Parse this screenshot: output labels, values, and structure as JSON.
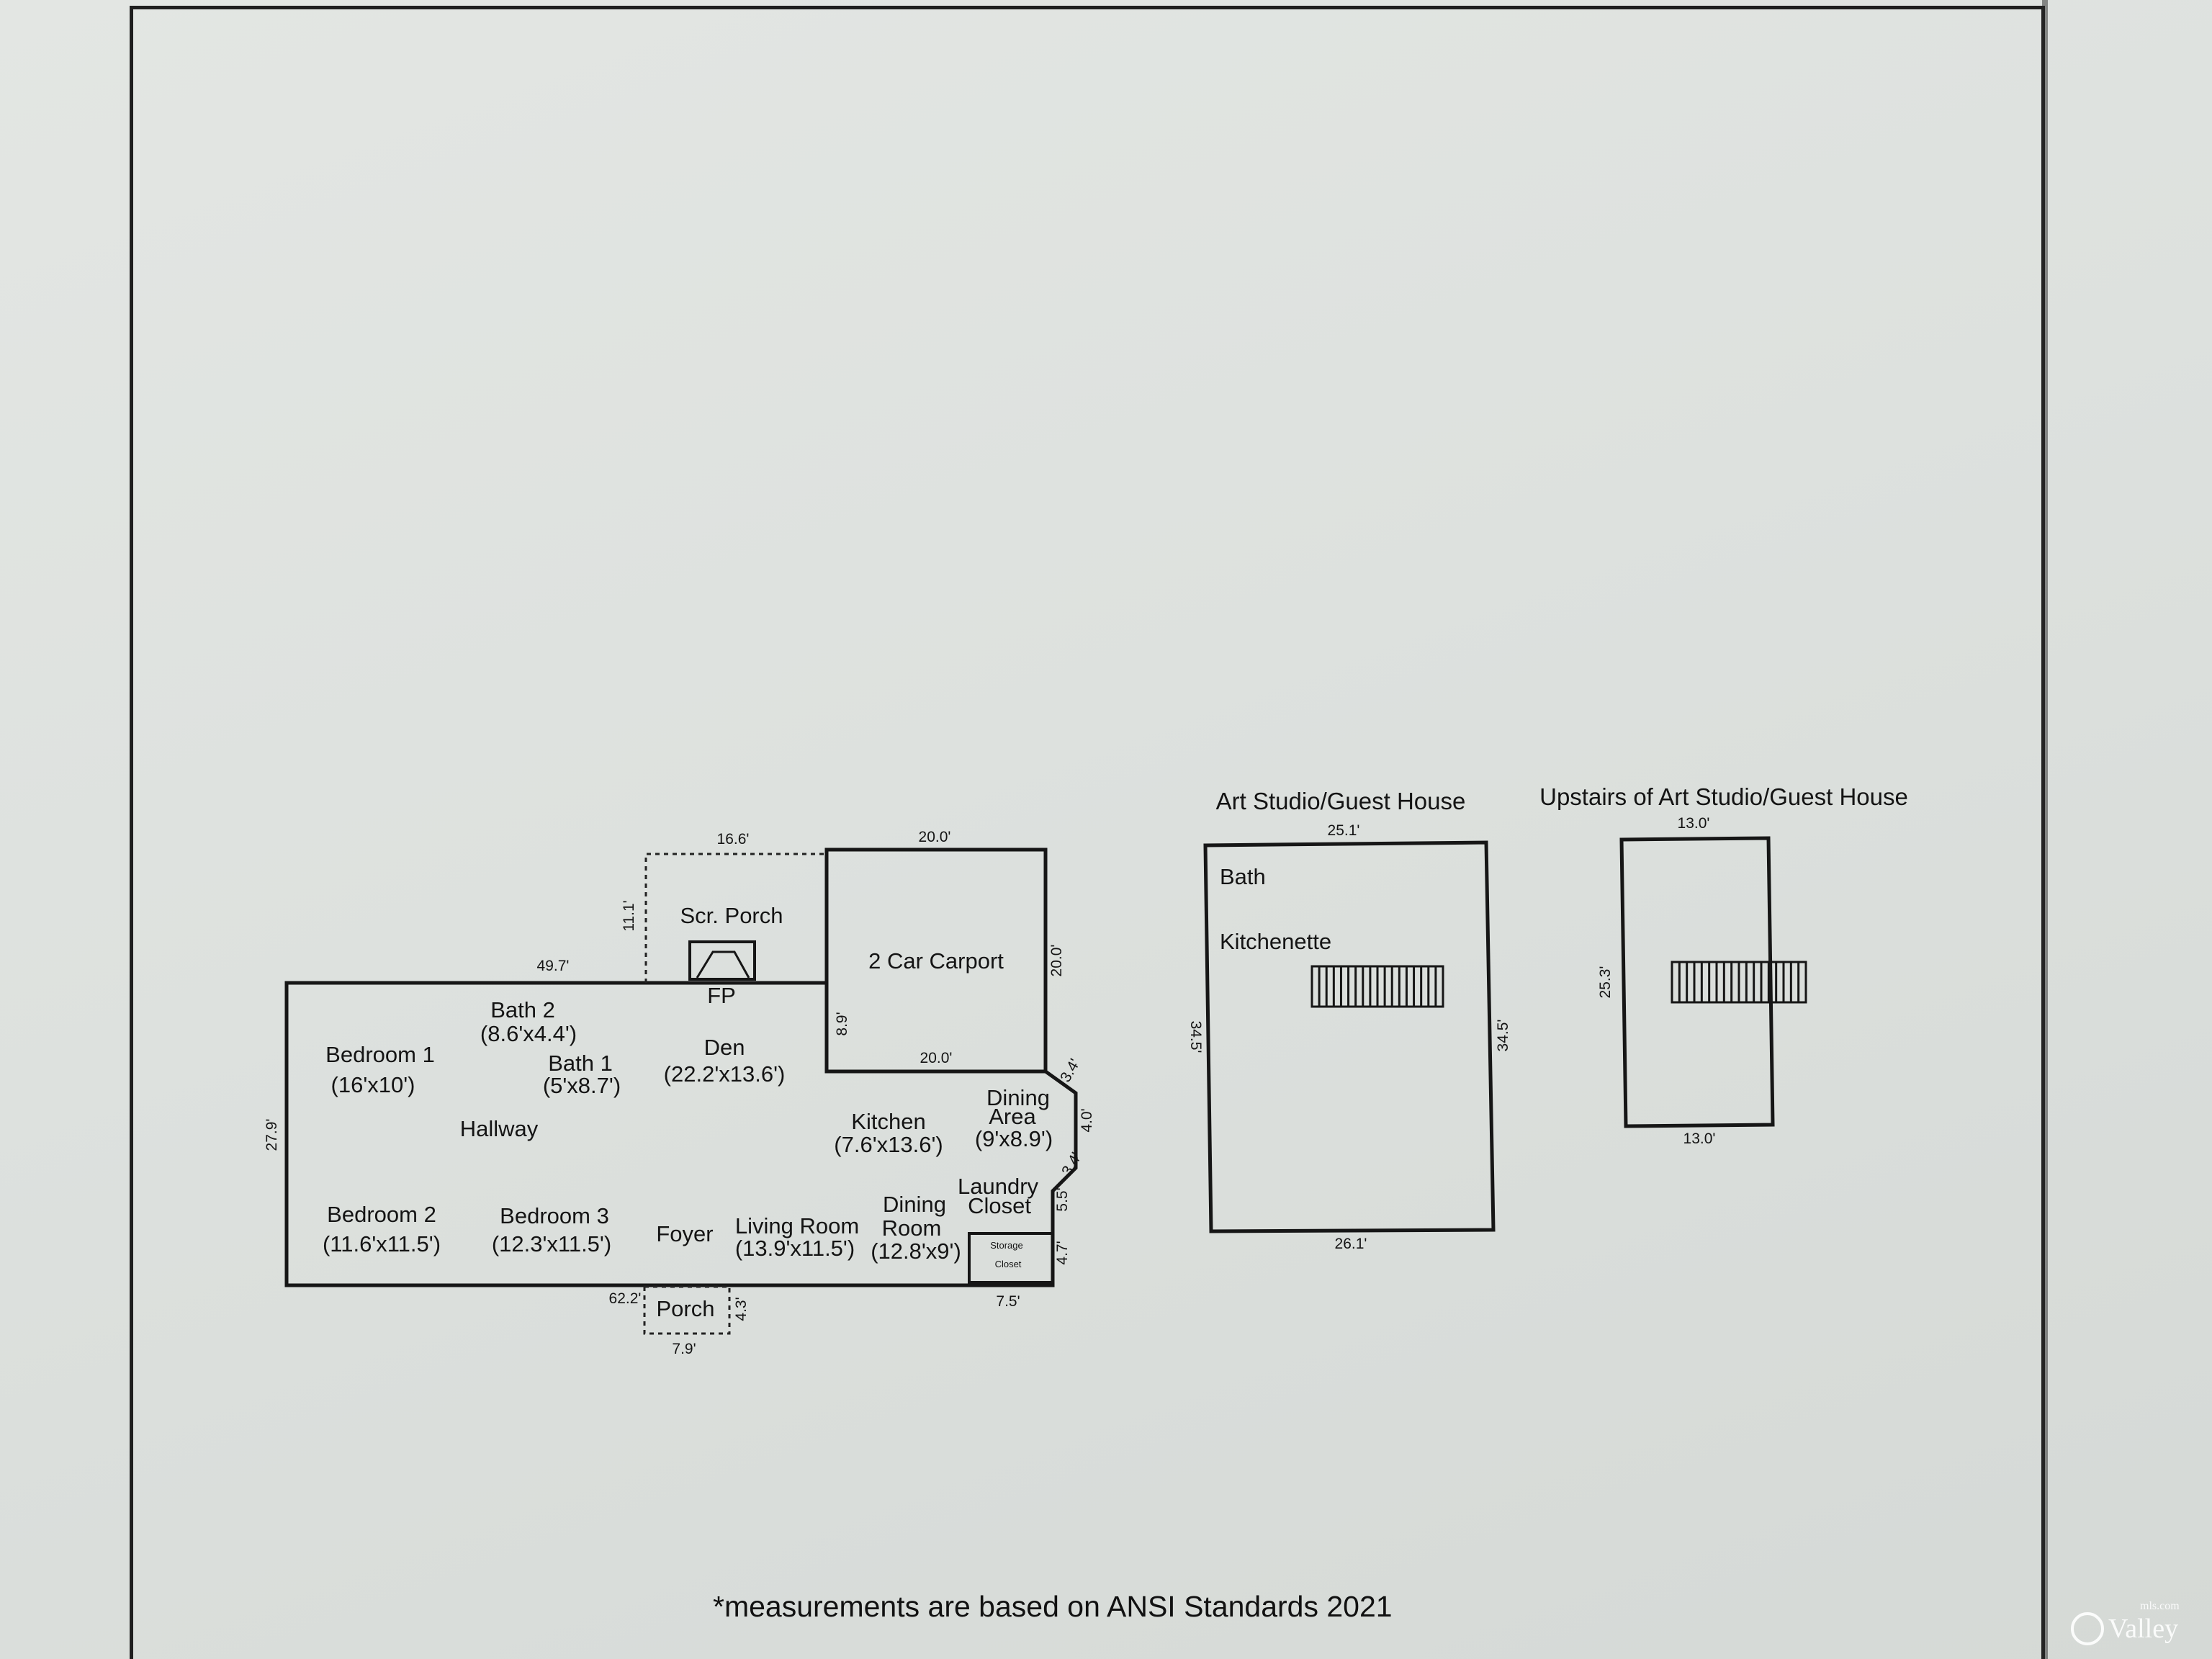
{
  "main_plan": {
    "rooms": {
      "bath2": {
        "name": "Bath 2",
        "size": "(8.6'x4.4')"
      },
      "bedroom1": {
        "name": "Bedroom 1",
        "size": "(16'x10')"
      },
      "bath1": {
        "name": "Bath 1",
        "size": "(5'x8.7')"
      },
      "den": {
        "name": "Den",
        "size": "(22.2'x13.6')"
      },
      "hallway": {
        "name": "Hallway"
      },
      "kitchen": {
        "name": "Kitchen",
        "size": "(7.6'x13.6')"
      },
      "dining_area": {
        "name_line1": "Dining",
        "name_line2": "Area",
        "size": "(9'x8.9')"
      },
      "laundry_closet": {
        "name_line1": "Laundry",
        "name_line2": "Closet"
      },
      "bedroom2": {
        "name": "Bedroom 2",
        "size": "(11.6'x11.5')"
      },
      "bedroom3": {
        "name": "Bedroom 3",
        "size": "(12.3'x11.5')"
      },
      "foyer": {
        "name": "Foyer"
      },
      "living_room": {
        "name": "Living Room",
        "size": "(13.9'x11.5')"
      },
      "dining_room": {
        "name_line1": "Dining",
        "name_line2": "Room",
        "size": "(12.8'x9')"
      },
      "storage_closet": {
        "name_line1": "Storage",
        "name_line2": "Closet"
      },
      "scr_porch": {
        "name": "Scr. Porch"
      },
      "fireplace": {
        "name": "FP"
      },
      "carport": {
        "name": "2 Car Carport"
      },
      "porch": {
        "name": "Porch"
      }
    },
    "dimensions": {
      "scr_porch_top": "16.6'",
      "scr_porch_side": "11.1'",
      "carport_top": "20.0'",
      "carport_side": "20.0'",
      "carport_bottom": "20.0'",
      "carport_left": "8.9'",
      "house_top": "49.7'",
      "house_left": "27.9'",
      "house_bottom": "62.2'",
      "porch_side": "4.3'",
      "porch_bottom": "7.9'",
      "angle_top": "3.4'",
      "right_mid": "4.0'",
      "angle_bottom": "3.4'",
      "laundry_side": "5.5'",
      "storage_side": "4.7'",
      "storage_bottom": "7.5'"
    }
  },
  "art_studio": {
    "title": "Art Studio/Guest House",
    "rooms": {
      "bath": "Bath",
      "kitchenette": "Kitchenette"
    },
    "dimensions": {
      "top": "25.1'",
      "left": "34.5'",
      "right": "34.5'",
      "bottom": "26.1'"
    }
  },
  "upstairs": {
    "title": "Upstairs of Art Studio/Guest House",
    "dimensions": {
      "top": "13.0'",
      "left": "25.3'",
      "bottom": "13.0'"
    }
  },
  "footnote": "*measurements are based on ANSI Standards 2021",
  "watermark": {
    "brand": "Valley",
    "sub": "mls.com"
  }
}
